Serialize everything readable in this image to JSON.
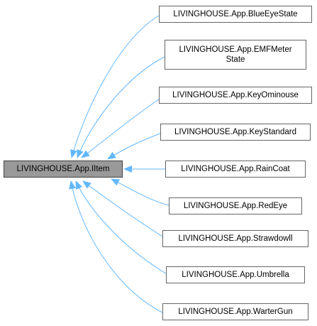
{
  "diagram": {
    "base": {
      "label": "LIVINGHOUSE.App.IItem"
    },
    "derived": [
      {
        "label": "LIVINGHOUSE.App.BlueEyeState"
      },
      {
        "label": "LIVINGHOUSE.App.EMFMeter\nState"
      },
      {
        "label": "LIVINGHOUSE.App.KeyOminouse"
      },
      {
        "label": "LIVINGHOUSE.App.KeyStandard"
      },
      {
        "label": "LIVINGHOUSE.App.RainCoat"
      },
      {
        "label": "LIVINGHOUSE.App.RedEye"
      },
      {
        "label": "LIVINGHOUSE.App.Strawdowll"
      },
      {
        "label": "LIVINGHOUSE.App.Umbrella"
      },
      {
        "label": "LIVINGHOUSE.App.WarterGun"
      }
    ],
    "colors": {
      "edge": "#63b8ff",
      "node_border": "#666666",
      "base_fill": "#999999",
      "base_border": "#404040",
      "node_fill": "#ffffff"
    }
  }
}
